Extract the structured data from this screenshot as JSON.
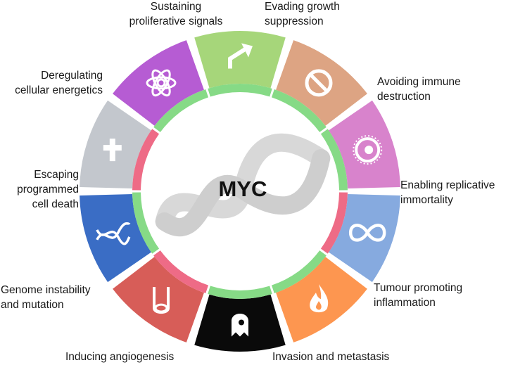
{
  "center_label": "MYC",
  "segments": [
    {
      "key": "sustaining",
      "lines": [
        "Sustaining",
        "proliferative signals"
      ],
      "color": "#a6d67a",
      "icon": "arrow-icon",
      "inner": "green"
    },
    {
      "key": "evading",
      "lines": [
        "Evading growth",
        "suppression"
      ],
      "color": "#dda483",
      "icon": "prohibited-icon",
      "inner": "green"
    },
    {
      "key": "immune",
      "lines": [
        "Avoiding immune",
        "destruction"
      ],
      "color": "#d883cc",
      "icon": "immune-cell-icon",
      "inner": "green"
    },
    {
      "key": "replicative",
      "lines": [
        "Enabling replicative",
        "immortality"
      ],
      "color": "#86aadf",
      "icon": "infinity-icon",
      "inner": "pink"
    },
    {
      "key": "inflammation",
      "lines": [
        "Tumour promoting",
        "inflammation"
      ],
      "color": "#fd9650",
      "icon": "flame-icon",
      "inner": "green"
    },
    {
      "key": "invasion",
      "lines": [
        "Invasion and metastasis"
      ],
      "color": "#0a0a0a",
      "icon": "ghost-cell-icon",
      "inner": "green"
    },
    {
      "key": "angiogenesis",
      "lines": [
        "Inducing angiogenesis"
      ],
      "color": "#d75d58",
      "icon": "blood-vessel-icon",
      "inner": "pink"
    },
    {
      "key": "genome",
      "lines": [
        "Genome instability",
        "and mutation"
      ],
      "color": "#3a6dc5",
      "icon": "dna-icon",
      "inner": "green"
    },
    {
      "key": "death",
      "lines": [
        "Escaping",
        "programmed",
        "cell death"
      ],
      "color": "#c3c7cd",
      "icon": "cross-icon",
      "inner": "pink"
    },
    {
      "key": "energetics",
      "lines": [
        "Deregulating",
        "cellular energetics"
      ],
      "color": "#b65cd3",
      "icon": "atom-icon",
      "inner": "green"
    }
  ],
  "inner_colors": {
    "green": "#86da86",
    "pink": "#ee6b86"
  }
}
